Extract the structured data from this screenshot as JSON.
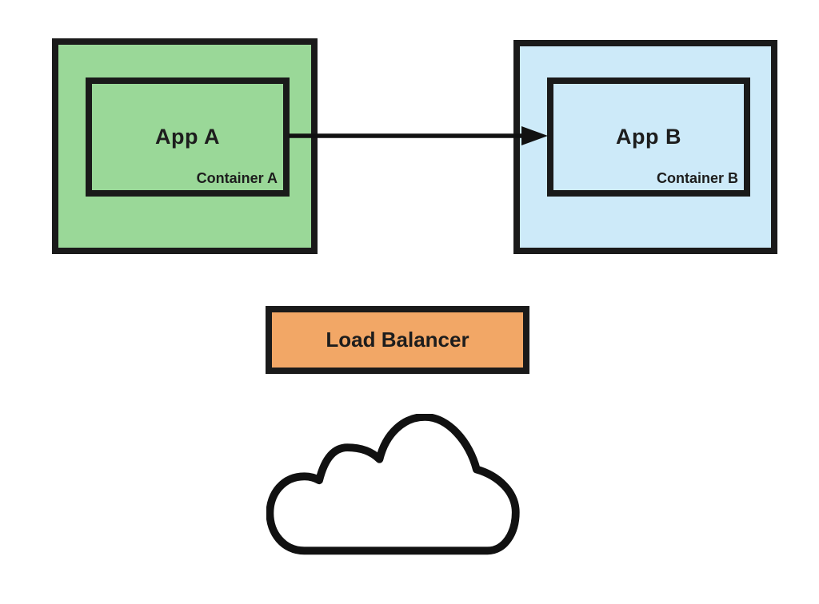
{
  "diagram": {
    "title": "containers-load-balancer-cloud-diagram",
    "background_color": "#ffffff",
    "text_color": "#1d1d1d",
    "border_color": "#1a1a1a",
    "nodes": {
      "container_a": {
        "label": "Container A",
        "app_label": "App A",
        "fill": "#9ad898"
      },
      "container_b": {
        "label": "Container B",
        "app_label": "App B",
        "fill": "#cdeaf9"
      },
      "load_balancer": {
        "label": "Load Balancer",
        "fill": "#f2a766"
      },
      "cloud": {
        "icon": "cloud-outline-icon",
        "fill": "#ffffff",
        "stroke": "#111111"
      }
    },
    "edges": [
      {
        "from": "App A",
        "to": "App B",
        "style": "solid-line-filled-arrowhead",
        "color": "#111111"
      }
    ]
  }
}
